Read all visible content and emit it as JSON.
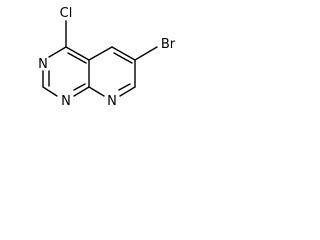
{
  "molecule": {
    "atoms": {
      "chlorine": "Cl",
      "bromine": "Br",
      "nitrogen_1": "N",
      "nitrogen_3": "N",
      "nitrogen_8": "N"
    }
  }
}
